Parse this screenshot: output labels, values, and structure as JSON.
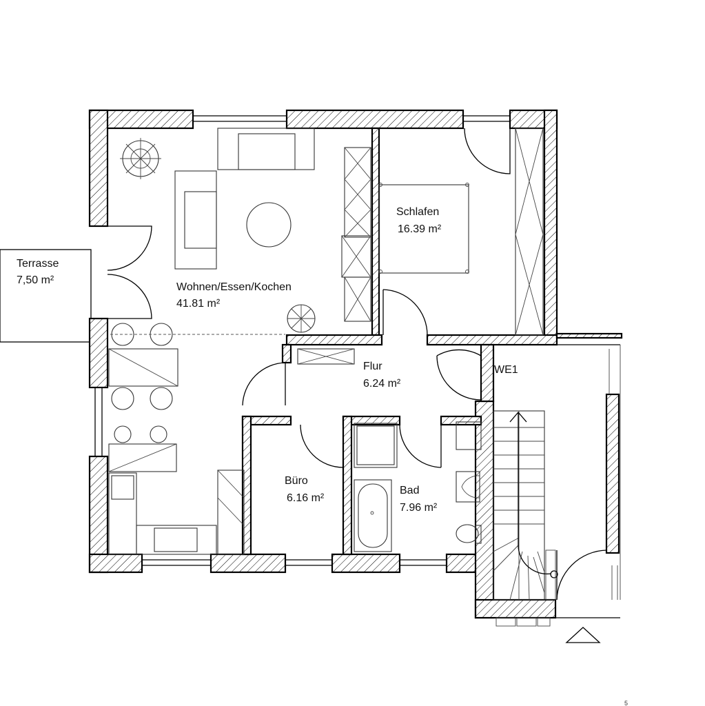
{
  "rooms": {
    "terrasse": {
      "name": "Terrasse",
      "area": "7,50 m²"
    },
    "wohnen": {
      "name": "Wohnen/Essen/Kochen",
      "area": "41.81 m²"
    },
    "schlafen": {
      "name": "Schlafen",
      "area": "16.39 m²"
    },
    "flur": {
      "name": "Flur",
      "area": "6.24 m²"
    },
    "buero": {
      "name": "Büro",
      "area": "6.16 m²"
    },
    "bad": {
      "name": "Bad",
      "area": "7.96 m²"
    }
  },
  "unit_label": "WE1",
  "corner_mark": "5"
}
